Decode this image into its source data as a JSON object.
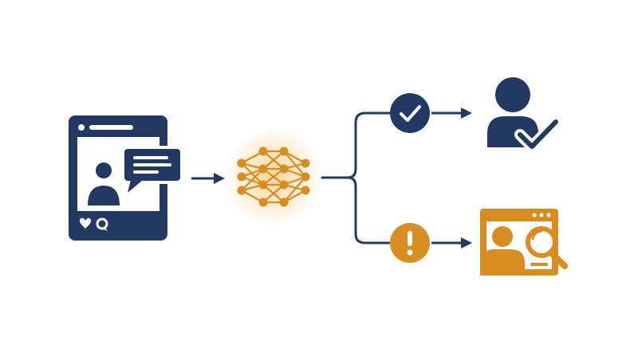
{
  "colors": {
    "navy": "#223a63",
    "orange": "#d98c1f",
    "glow": "#f6b04a",
    "background": "#ffffff"
  },
  "nodes": [
    {
      "id": "social-post",
      "icon": "social-post-icon"
    },
    {
      "id": "ai-model",
      "icon": "neural-network-icon"
    },
    {
      "id": "approved-check",
      "icon": "check-circle-icon"
    },
    {
      "id": "flag-alert",
      "icon": "exclamation-circle-icon"
    },
    {
      "id": "verified-user",
      "icon": "verified-user-icon"
    },
    {
      "id": "manual-review",
      "icon": "review-search-icon"
    }
  ],
  "flow": [
    {
      "from": "social-post",
      "to": "ai-model"
    },
    {
      "from": "ai-model",
      "to": "approved-check"
    },
    {
      "from": "ai-model",
      "to": "flag-alert"
    },
    {
      "from": "approved-check",
      "to": "verified-user"
    },
    {
      "from": "flag-alert",
      "to": "manual-review"
    }
  ]
}
